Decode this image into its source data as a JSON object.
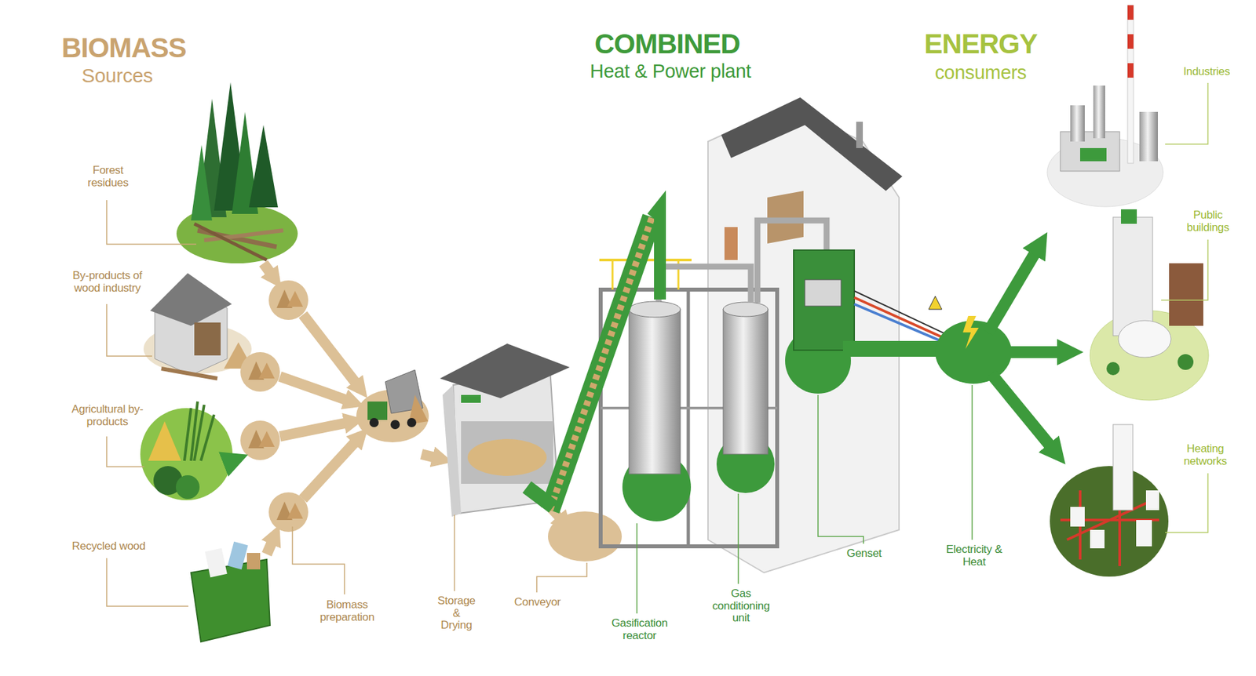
{
  "diagram": {
    "labels": [
      "BIOMASS",
      "Sources",
      "COMBINED",
      "Heat & Power plant",
      "ENERGY",
      "consumers",
      "Forest residues",
      "By-products of wood industry",
      "Agricultural by-products",
      "Recycled wood",
      "Biomass preparation",
      "Storage & Drying",
      "Conveyor",
      "Gasification reactor",
      "Gas conditioning unit",
      "Genset",
      "Electricity & Heat",
      "Industries",
      "Public buildings",
      "Heating networks"
    ]
  }
}
